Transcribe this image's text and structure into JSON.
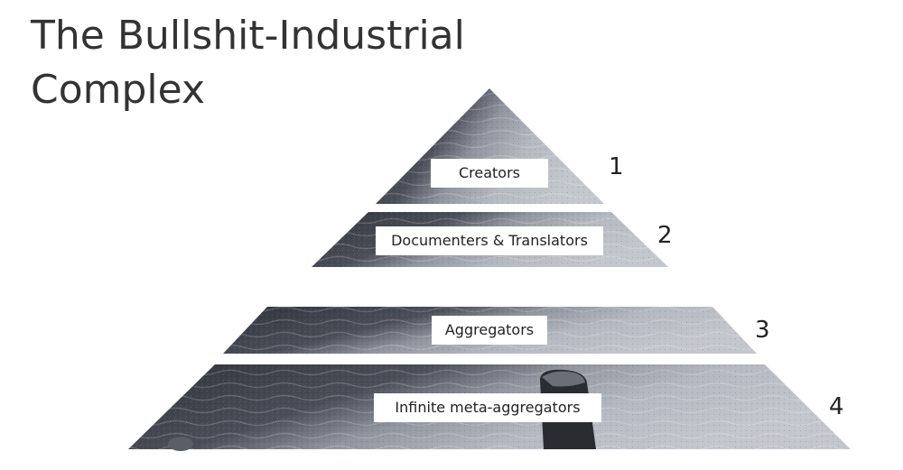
{
  "title": {
    "line1": "The Bullshit-Industrial",
    "line2": "Complex"
  },
  "tiers": [
    {
      "label": "Creators",
      "number": "1"
    },
    {
      "label": "Documenters & Translators",
      "number": "2"
    },
    {
      "label": "Aggregators",
      "number": "3"
    },
    {
      "label": "Infinite meta-aggregators",
      "number": "4"
    }
  ],
  "colors": {
    "title": "#333333",
    "dark_sand": "#3a3d45",
    "light_sand": "#b8bcc4",
    "label_bg": "#ffffff",
    "text": "#222222"
  }
}
